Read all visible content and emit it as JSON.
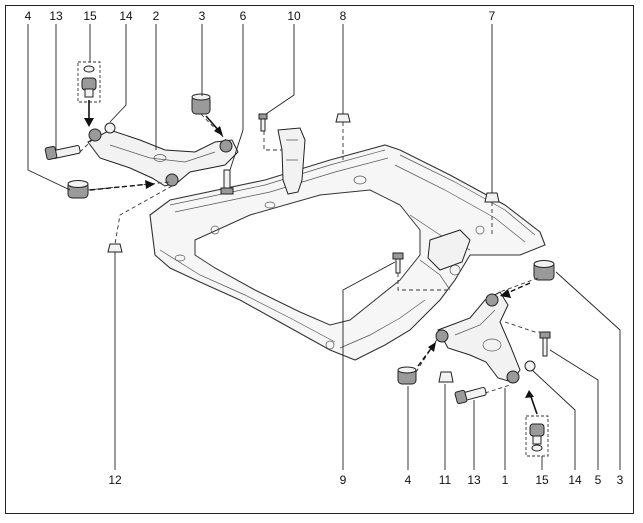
{
  "callouts": {
    "c1": "1",
    "c2": "2",
    "c3_top": "3",
    "c3_right": "3",
    "c4_top": "4",
    "c4_bottom": "4",
    "c5": "5",
    "c6": "6",
    "c7": "7",
    "c8": "8",
    "c9": "9",
    "c10": "10",
    "c11": "11",
    "c12": "12",
    "c13_top": "13",
    "c13_bottom": "13",
    "c14_top": "14",
    "c14_bottom": "14",
    "c15_top": "15",
    "c15_bottom": "15"
  }
}
